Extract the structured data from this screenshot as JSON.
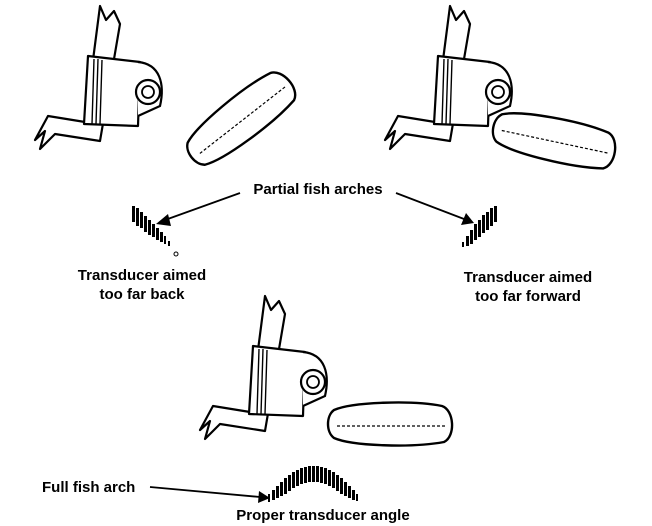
{
  "labels": {
    "partial_arches": "Partial fish arches",
    "aimed_back_line1": "Transducer aimed",
    "aimed_back_line2": "too far back",
    "aimed_forward_line1": "Transducer aimed",
    "aimed_forward_line2": "too far forward",
    "full_arch": "Full fish arch",
    "proper_angle": "Proper transducer angle"
  },
  "colors": {
    "ink": "#000000",
    "paper": "#ffffff"
  }
}
